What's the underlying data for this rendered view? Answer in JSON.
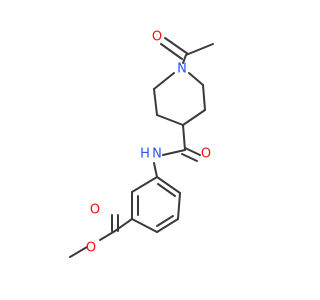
{
  "molecule": {
    "atoms": {
      "o_acetyl": {
        "symbol": "O",
        "color": "#ff0d0d"
      },
      "n_piperidine": {
        "symbol": "N",
        "color": "#3050f8"
      },
      "n_amide": {
        "symbol": "N",
        "color": "#3050f8"
      },
      "h_amide": {
        "symbol": "H",
        "color": "#3050f8"
      },
      "o_amide": {
        "symbol": "O",
        "color": "#ff0d0d"
      },
      "o_ester_carbonyl": {
        "symbol": "O",
        "color": "#ff0d0d"
      },
      "o_ester_methoxy": {
        "symbol": "O",
        "color": "#ff0d0d"
      }
    },
    "bond_color": "#3a3a3a",
    "background": "#ffffff"
  }
}
